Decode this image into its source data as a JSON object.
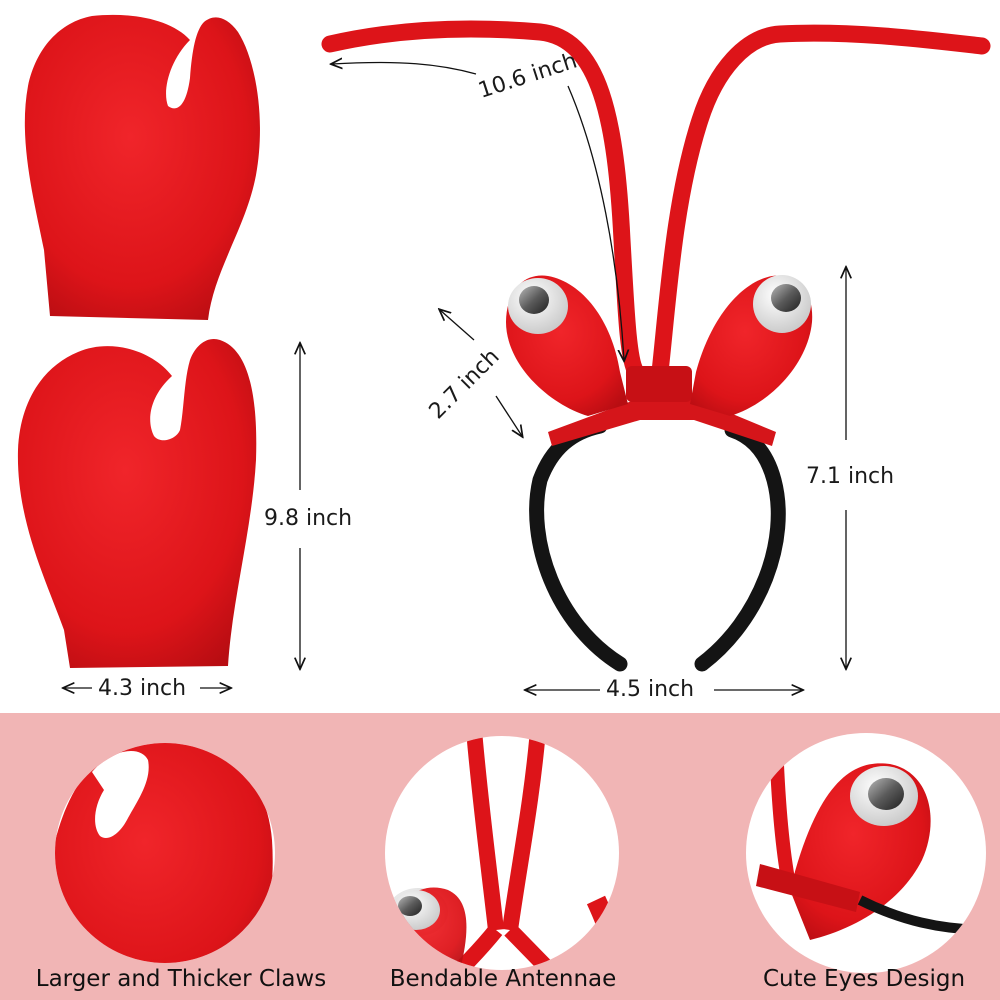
{
  "colors": {
    "claw_red": "#e0161b",
    "claw_dark": "#b40d12",
    "headband_black": "#141414",
    "background_top": "#ffffff",
    "background_bottom": "#f1b5b5"
  },
  "dimensions": {
    "antenna_length": "10.6 inch",
    "eye_height": "2.7 inch",
    "headband_height": "7.1 inch",
    "claw_height": "9.8 inch",
    "claw_width": "4.3 inch",
    "headband_width": "4.5 inch"
  },
  "features": {
    "claws_caption": "Larger and Thicker Claws",
    "antennae_caption": "Bendable Antennae",
    "eyes_caption": "Cute Eyes Design"
  }
}
